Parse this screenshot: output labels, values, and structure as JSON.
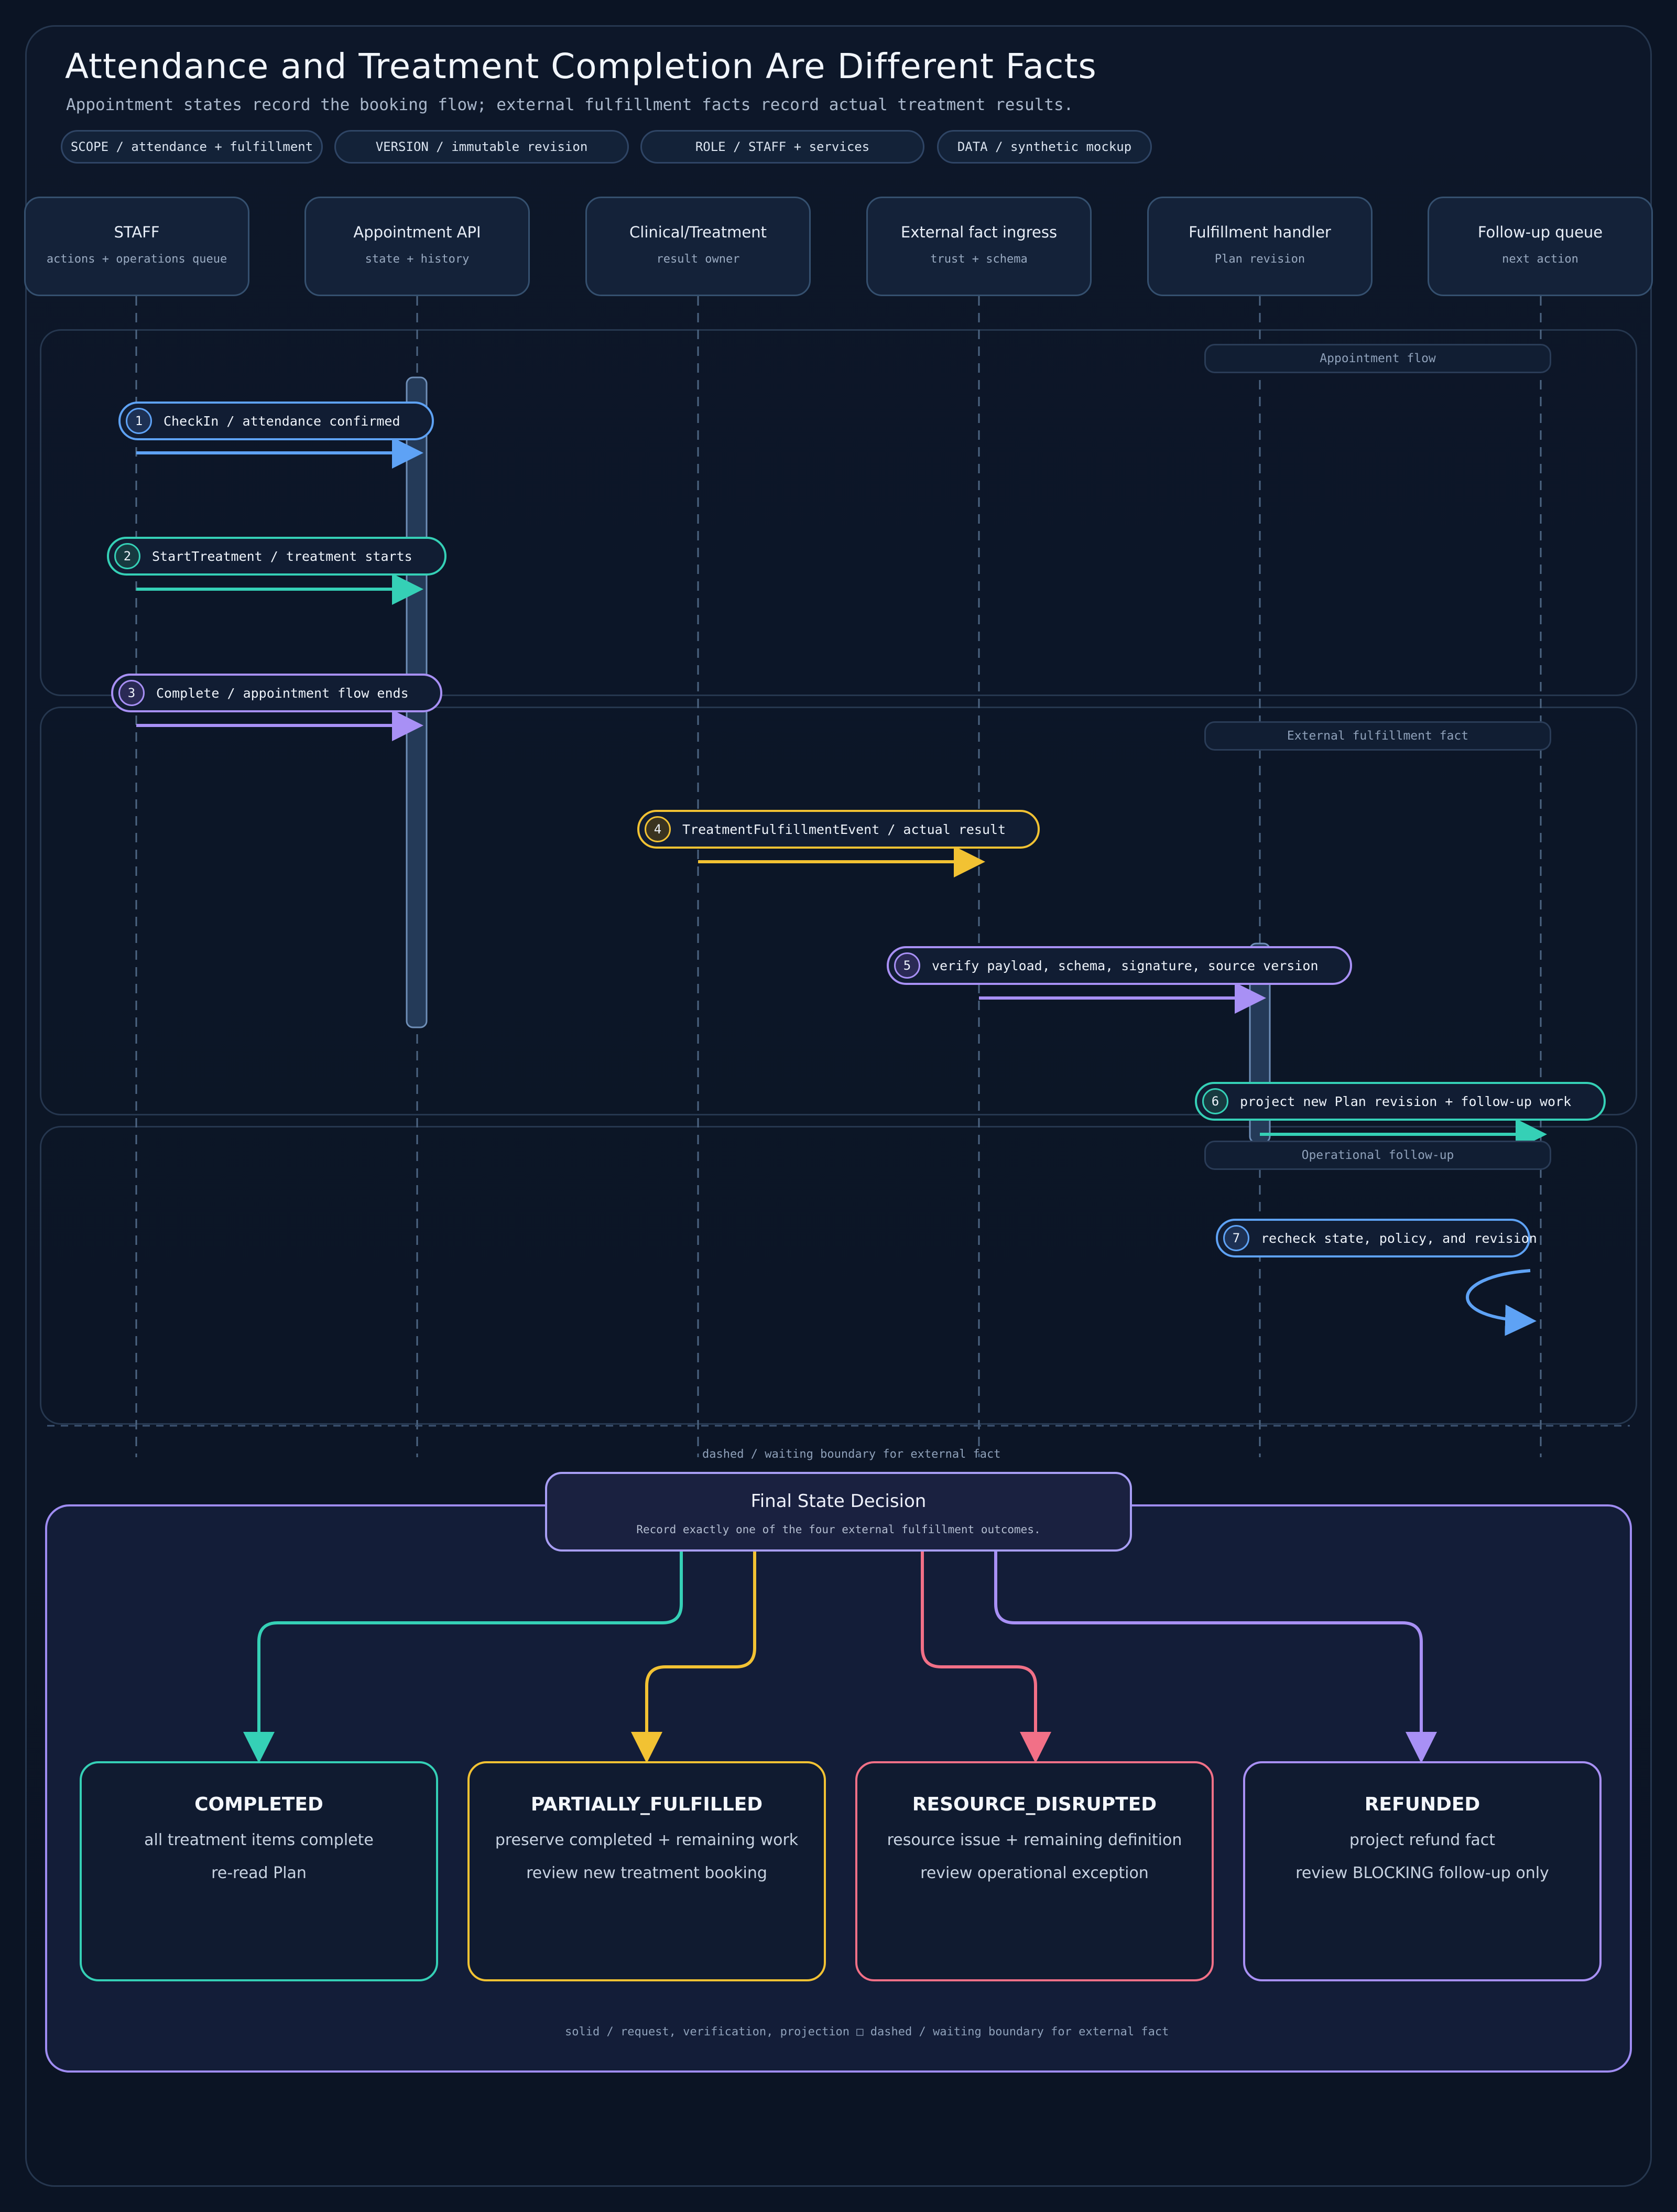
{
  "header": {
    "title": "Attendance and Treatment Completion Are Different Facts",
    "subtitle": "Appointment states record the booking flow; external fulfillment facts record actual treatment results.",
    "pills": [
      "SCOPE / attendance + fulfillment",
      "VERSION / immutable revision",
      "ROLE / STAFF + services",
      "DATA / synthetic mockup"
    ]
  },
  "actors": [
    {
      "name": "STAFF",
      "sub": "actions + operations queue"
    },
    {
      "name": "Appointment API",
      "sub": "state + history"
    },
    {
      "name": "Clinical/Treatment",
      "sub": "result owner"
    },
    {
      "name": "External fact ingress",
      "sub": "trust + schema"
    },
    {
      "name": "Fulfillment handler",
      "sub": "Plan revision"
    },
    {
      "name": "Follow-up queue",
      "sub": "next action"
    }
  ],
  "lanes": {
    "appointment_flow": "Appointment flow",
    "external_fact": "External fulfillment fact",
    "operational_followup": "Operational follow-up"
  },
  "steps": [
    {
      "num": "1",
      "label": "CheckIn / attendance confirmed"
    },
    {
      "num": "2",
      "label": "StartTreatment / treatment starts"
    },
    {
      "num": "3",
      "label": "Complete / appointment flow ends"
    },
    {
      "num": "4",
      "label": "TreatmentFulfillmentEvent / actual result"
    },
    {
      "num": "5",
      "label": "verify payload, schema, signature, source version"
    },
    {
      "num": "6",
      "label": "project new Plan revision + follow-up work"
    },
    {
      "num": "7",
      "label": "recheck state, policy, and revision"
    }
  ],
  "boundary_note": "dashed / waiting boundary for external fact",
  "decision": {
    "title": "Final State Decision",
    "subtitle": "Record exactly one of the four external fulfillment outcomes."
  },
  "outcomes": [
    {
      "name": "COMPLETED",
      "line1": "all treatment items complete",
      "line2": "re-read Plan"
    },
    {
      "name": "PARTIALLY_FULFILLED",
      "line1": "preserve completed + remaining work",
      "line2": "review new treatment booking"
    },
    {
      "name": "RESOURCE_DISRUPTED",
      "line1": "resource issue + remaining definition",
      "line2": "review operational exception"
    },
    {
      "name": "REFUNDED",
      "line1": "project refund fact",
      "line2": "review BLOCKING follow-up only"
    }
  ],
  "legend": "solid / request, verification, projection □ dashed / waiting boundary for external fact",
  "colors": {
    "blue": "#5ea2f5",
    "teal": "#35d0b6",
    "purple": "#a890f5",
    "yellow": "#f2c233",
    "red": "#f27087"
  }
}
